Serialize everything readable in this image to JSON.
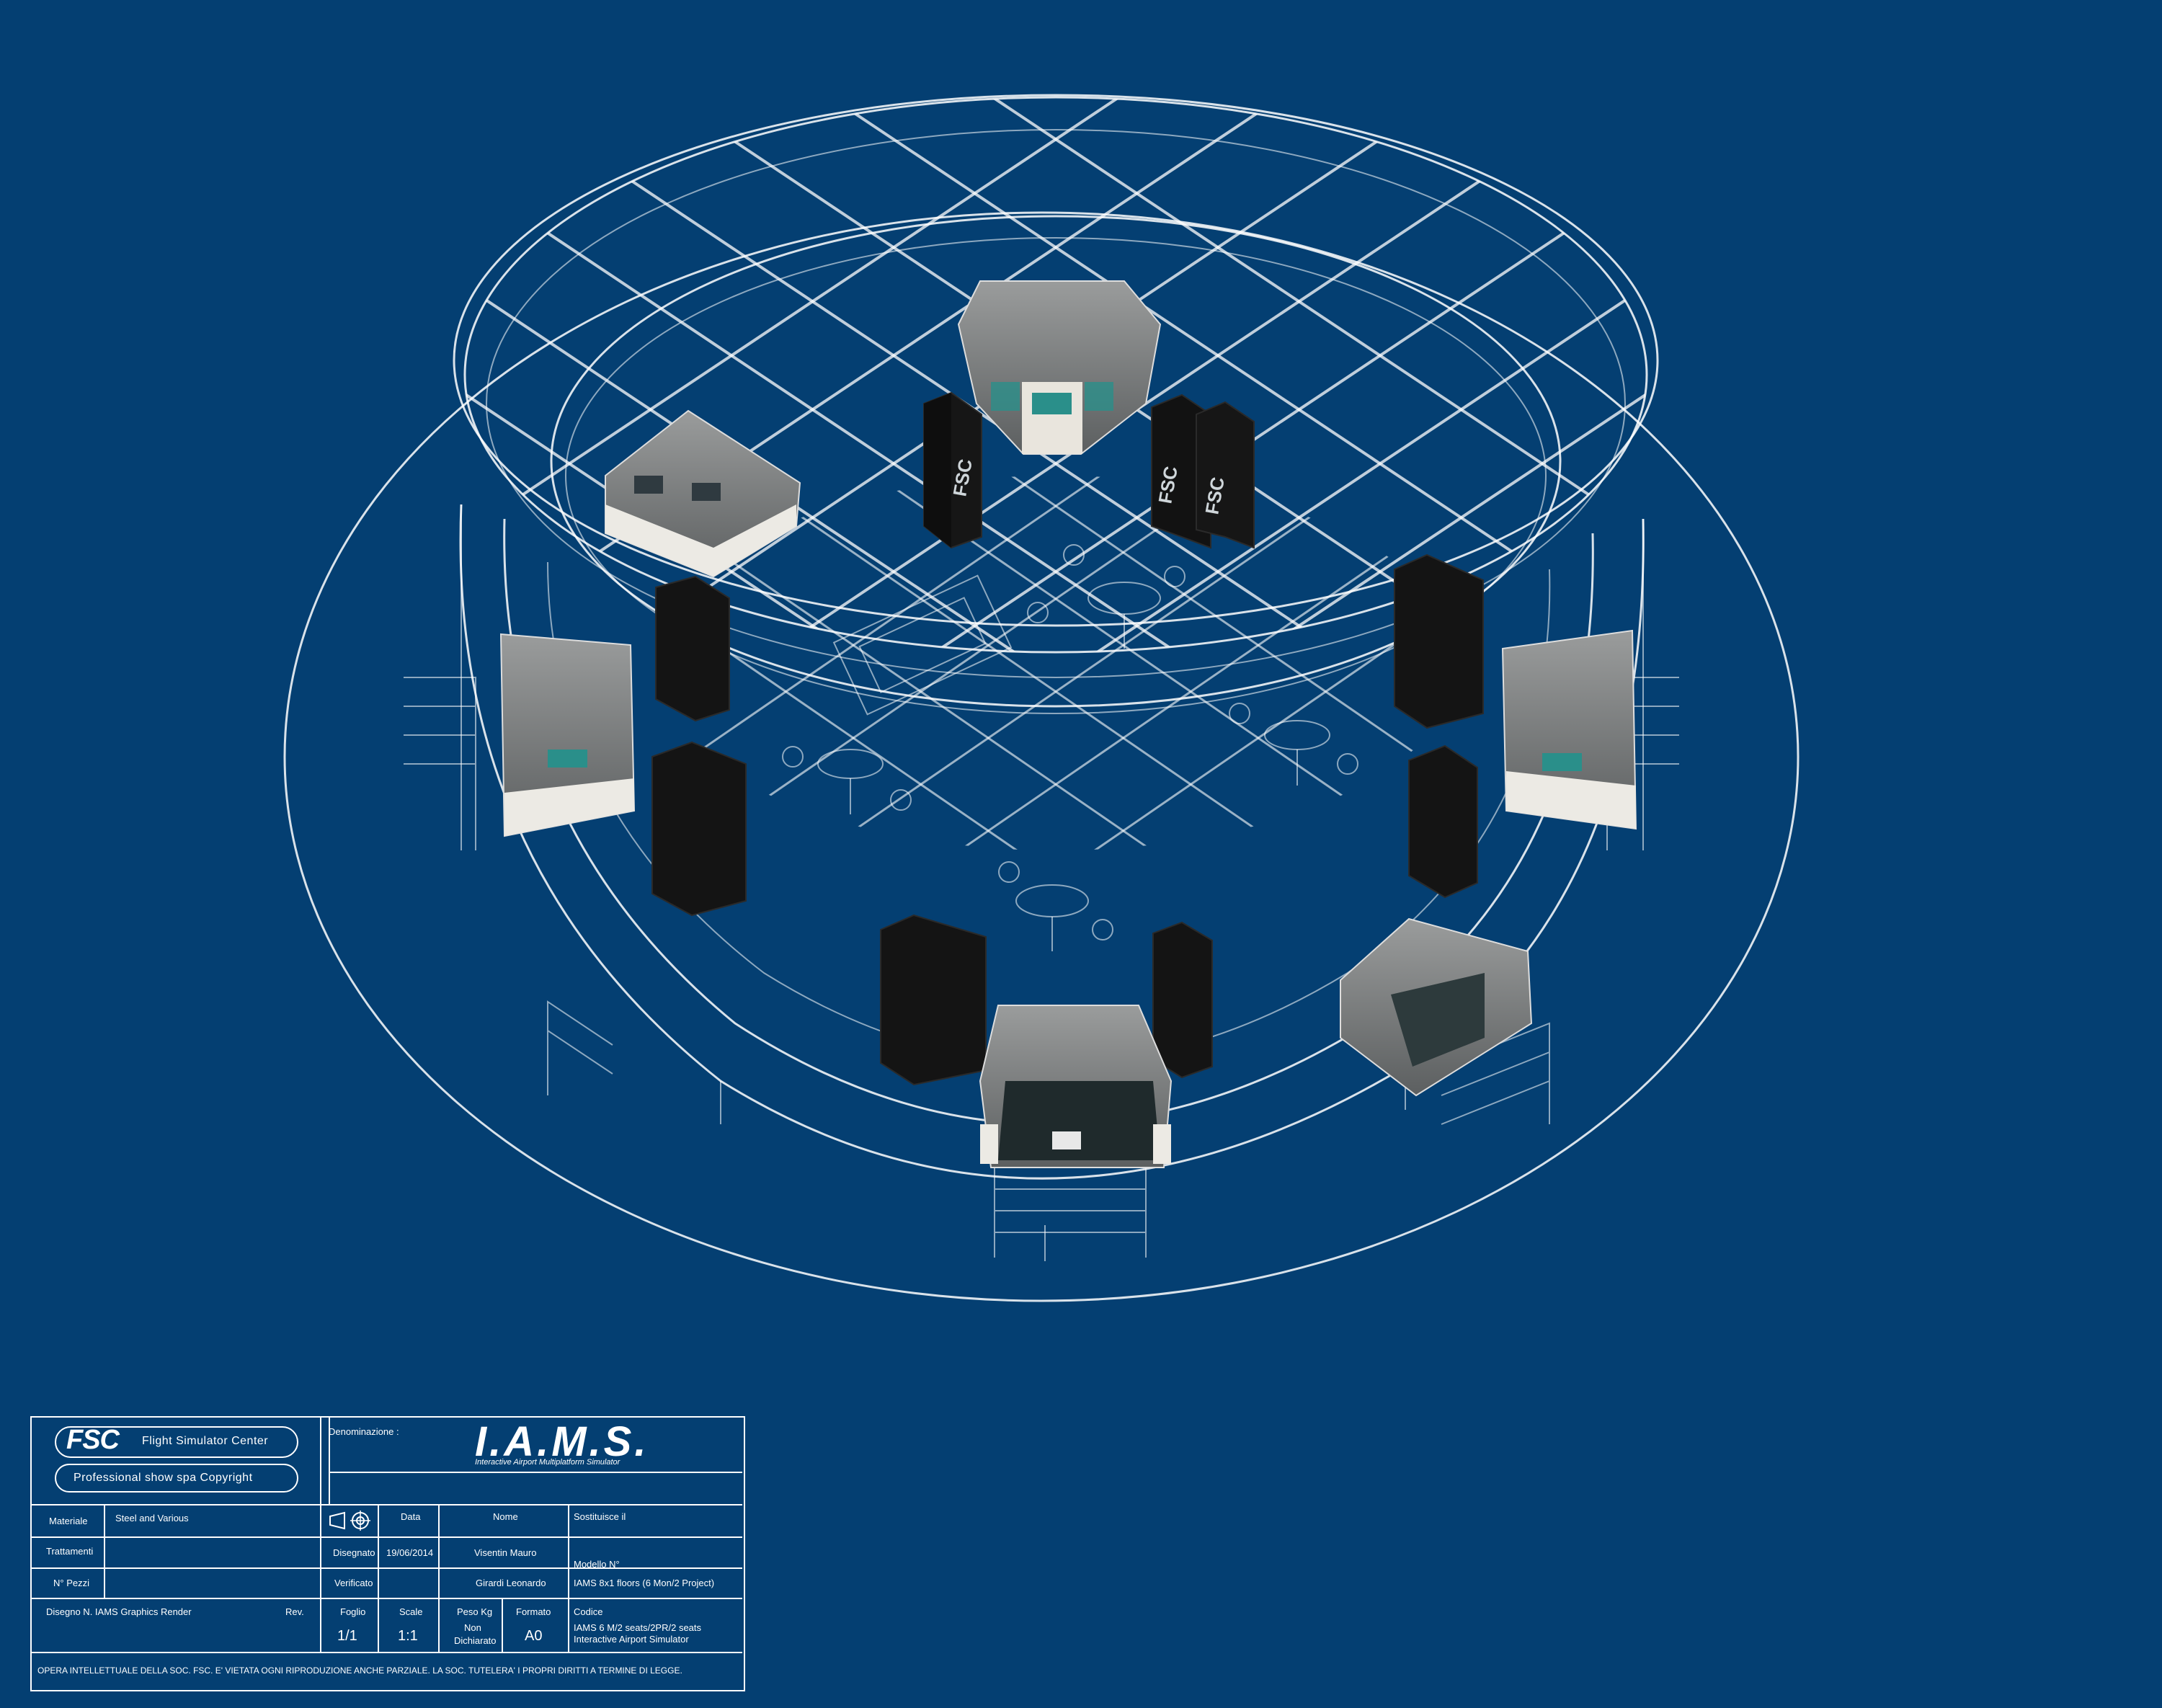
{
  "logo": {
    "brand": "FSC",
    "company": "Flight Simulator Center",
    "copyright": "Professional show spa Copyright"
  },
  "project": {
    "denominazione_label": "Denominazione :",
    "title": "I.A.M.S.",
    "subtitle": "Interactive Airport Multiplatform Simulator"
  },
  "cabinet_logo": "FSC",
  "titleblock": {
    "materiale_label": "Materiale",
    "materiale_value": "Steel and Various",
    "trattamenti_label": "Trattamenti",
    "npezzi_label": "N° Pezzi",
    "data_label": "Data",
    "nome_label": "Nome",
    "disegnato_label": "Disegnato",
    "disegnato_date": "19/06/2014",
    "disegnato_name": "Visentin Mauro",
    "verificato_label": "Verificato",
    "verificato_name": "Girardi Leonardo",
    "sostituisce_label": "Sostituisce il",
    "modello_label": "Modello N°",
    "modello_value": "IAMS 8x1 floors (6 Mon/2 Project)",
    "disegno_label": "Disegno N. IAMS Graphics Render",
    "rev_label": "Rev.",
    "foglio_label": "Foglio",
    "foglio_value": "1/1",
    "scale_label": "Scale",
    "scale_value": "1:1",
    "peso_label": "Peso Kg",
    "peso_value_1": "Non",
    "peso_value_2": "Dichiarato",
    "formato_label": "Formato",
    "formato_value": "A0",
    "codice_label": "Codice",
    "codice_value_1": "IAMS 6 M/2 seats/2PR/2 seats",
    "codice_value_2": "Interactive Airport Simulator",
    "footer": "OPERA INTELLETTUALE DELLA SOC. FSC. E' VIETATA OGNI RIPRODUZIONE ANCHE PARZIALE. LA SOC. TUTELERA' I PROPRI DIRITTI A TERMINE DI LEGGE."
  }
}
